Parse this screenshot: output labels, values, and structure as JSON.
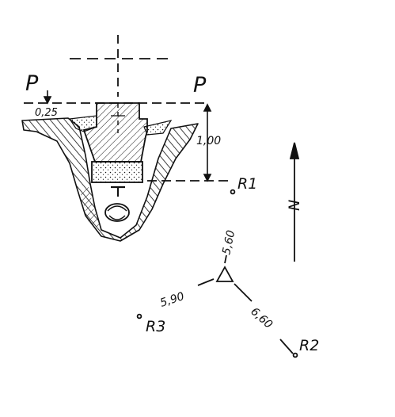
{
  "colors": {
    "ink": "#111111",
    "paper": "#ffffff"
  },
  "labels": {
    "plane_left": "P",
    "plane_right": "P",
    "depth_top": "0,25",
    "depth_main": "1,00",
    "ref1": "R1",
    "ref2": "R2",
    "ref3": "R3",
    "north": "N"
  },
  "distances": {
    "to_r1": "5,60",
    "to_r2": "6,60",
    "to_r3": "5,90"
  }
}
